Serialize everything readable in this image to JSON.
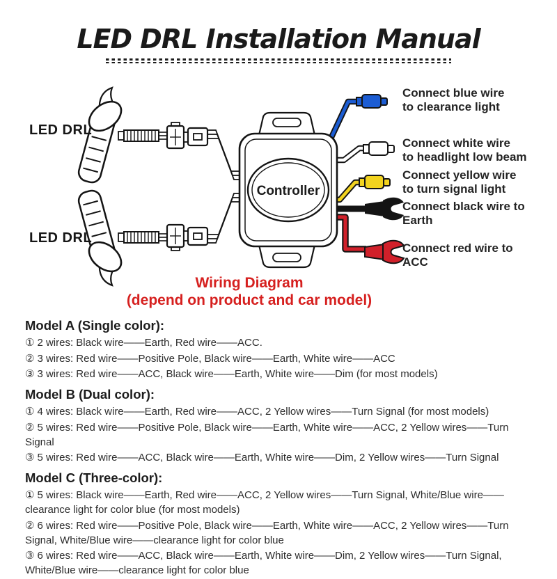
{
  "title": "LED DRL Installation Manual",
  "diagram": {
    "device_labels": [
      "LED DRL",
      "LED DRL"
    ],
    "controller_label": "Controller",
    "wires": [
      {
        "name": "blue wire",
        "color": "#1b5cd3",
        "connector": "bullet-connector",
        "line1": "Connect blue wire",
        "line2": "to clearance light"
      },
      {
        "name": "white wire",
        "color": "#ffffff",
        "connector": "bullet-connector",
        "line1": "Connect white wire",
        "line2": "to headlight low beam"
      },
      {
        "name": "yellow wire",
        "color": "#f2d31f",
        "connector": "bullet-connector",
        "line1": "Connect yellow wire",
        "line2": "to turn signal light"
      },
      {
        "name": "black wire",
        "color": "#141414",
        "connector": "fork-terminal",
        "line1": "Connect black wire to",
        "line2": "Earth"
      },
      {
        "name": "red wire",
        "color": "#d1202a",
        "connector": "fork-terminal",
        "line1": "Connect red wire to",
        "line2": "ACC"
      }
    ],
    "caption": {
      "line1": "Wiring Diagram",
      "line2": "(depend on product and car model)",
      "color": "#d6201f"
    }
  },
  "models": [
    {
      "title": "Model A (Single color):",
      "lines": [
        {
          "bullet": "①",
          "text": "2 wires: Black wire——Earth, Red wire——ACC."
        },
        {
          "bullet": "②",
          "text": "3 wires: Red wire——Positive Pole, Black wire——Earth, White wire——ACC"
        },
        {
          "bullet": "③",
          "text": "3 wires: Red wire——ACC, Black wire——Earth, White wire——Dim (for most models)"
        }
      ]
    },
    {
      "title": "Model B (Dual color):",
      "lines": [
        {
          "bullet": "①",
          "text": "4 wires: Black wire——Earth, Red wire——ACC, 2 Yellow wires——Turn Signal (for most models)"
        },
        {
          "bullet": "②",
          "text": "5 wires: Red wire——Positive Pole, Black wire——Earth, White wire——ACC, 2 Yellow wires——Turn Signal"
        },
        {
          "bullet": "③",
          "text": "5 wires: Red wire——ACC, Black wire——Earth, White wire——Dim, 2 Yellow wires——Turn Signal"
        }
      ]
    },
    {
      "title": "Model C (Three-color):",
      "lines": [
        {
          "bullet": "①",
          "text": "5 wires: Black wire——Earth, Red wire——ACC, 2 Yellow wires——Turn Signal, White/Blue wire——clearance light for color blue (for most models)"
        },
        {
          "bullet": "②",
          "text": "6 wires: Red wire——Positive Pole, Black wire——Earth, White wire——ACC, 2 Yellow wires——Turn Signal, White/Blue wire——clearance light for color blue"
        },
        {
          "bullet": "③",
          "text": "6 wires: Red wire——ACC, Black wire——Earth, White wire——Dim, 2 Yellow wires——Turn Signal, White/Blue wire——clearance light for color blue"
        }
      ]
    }
  ]
}
